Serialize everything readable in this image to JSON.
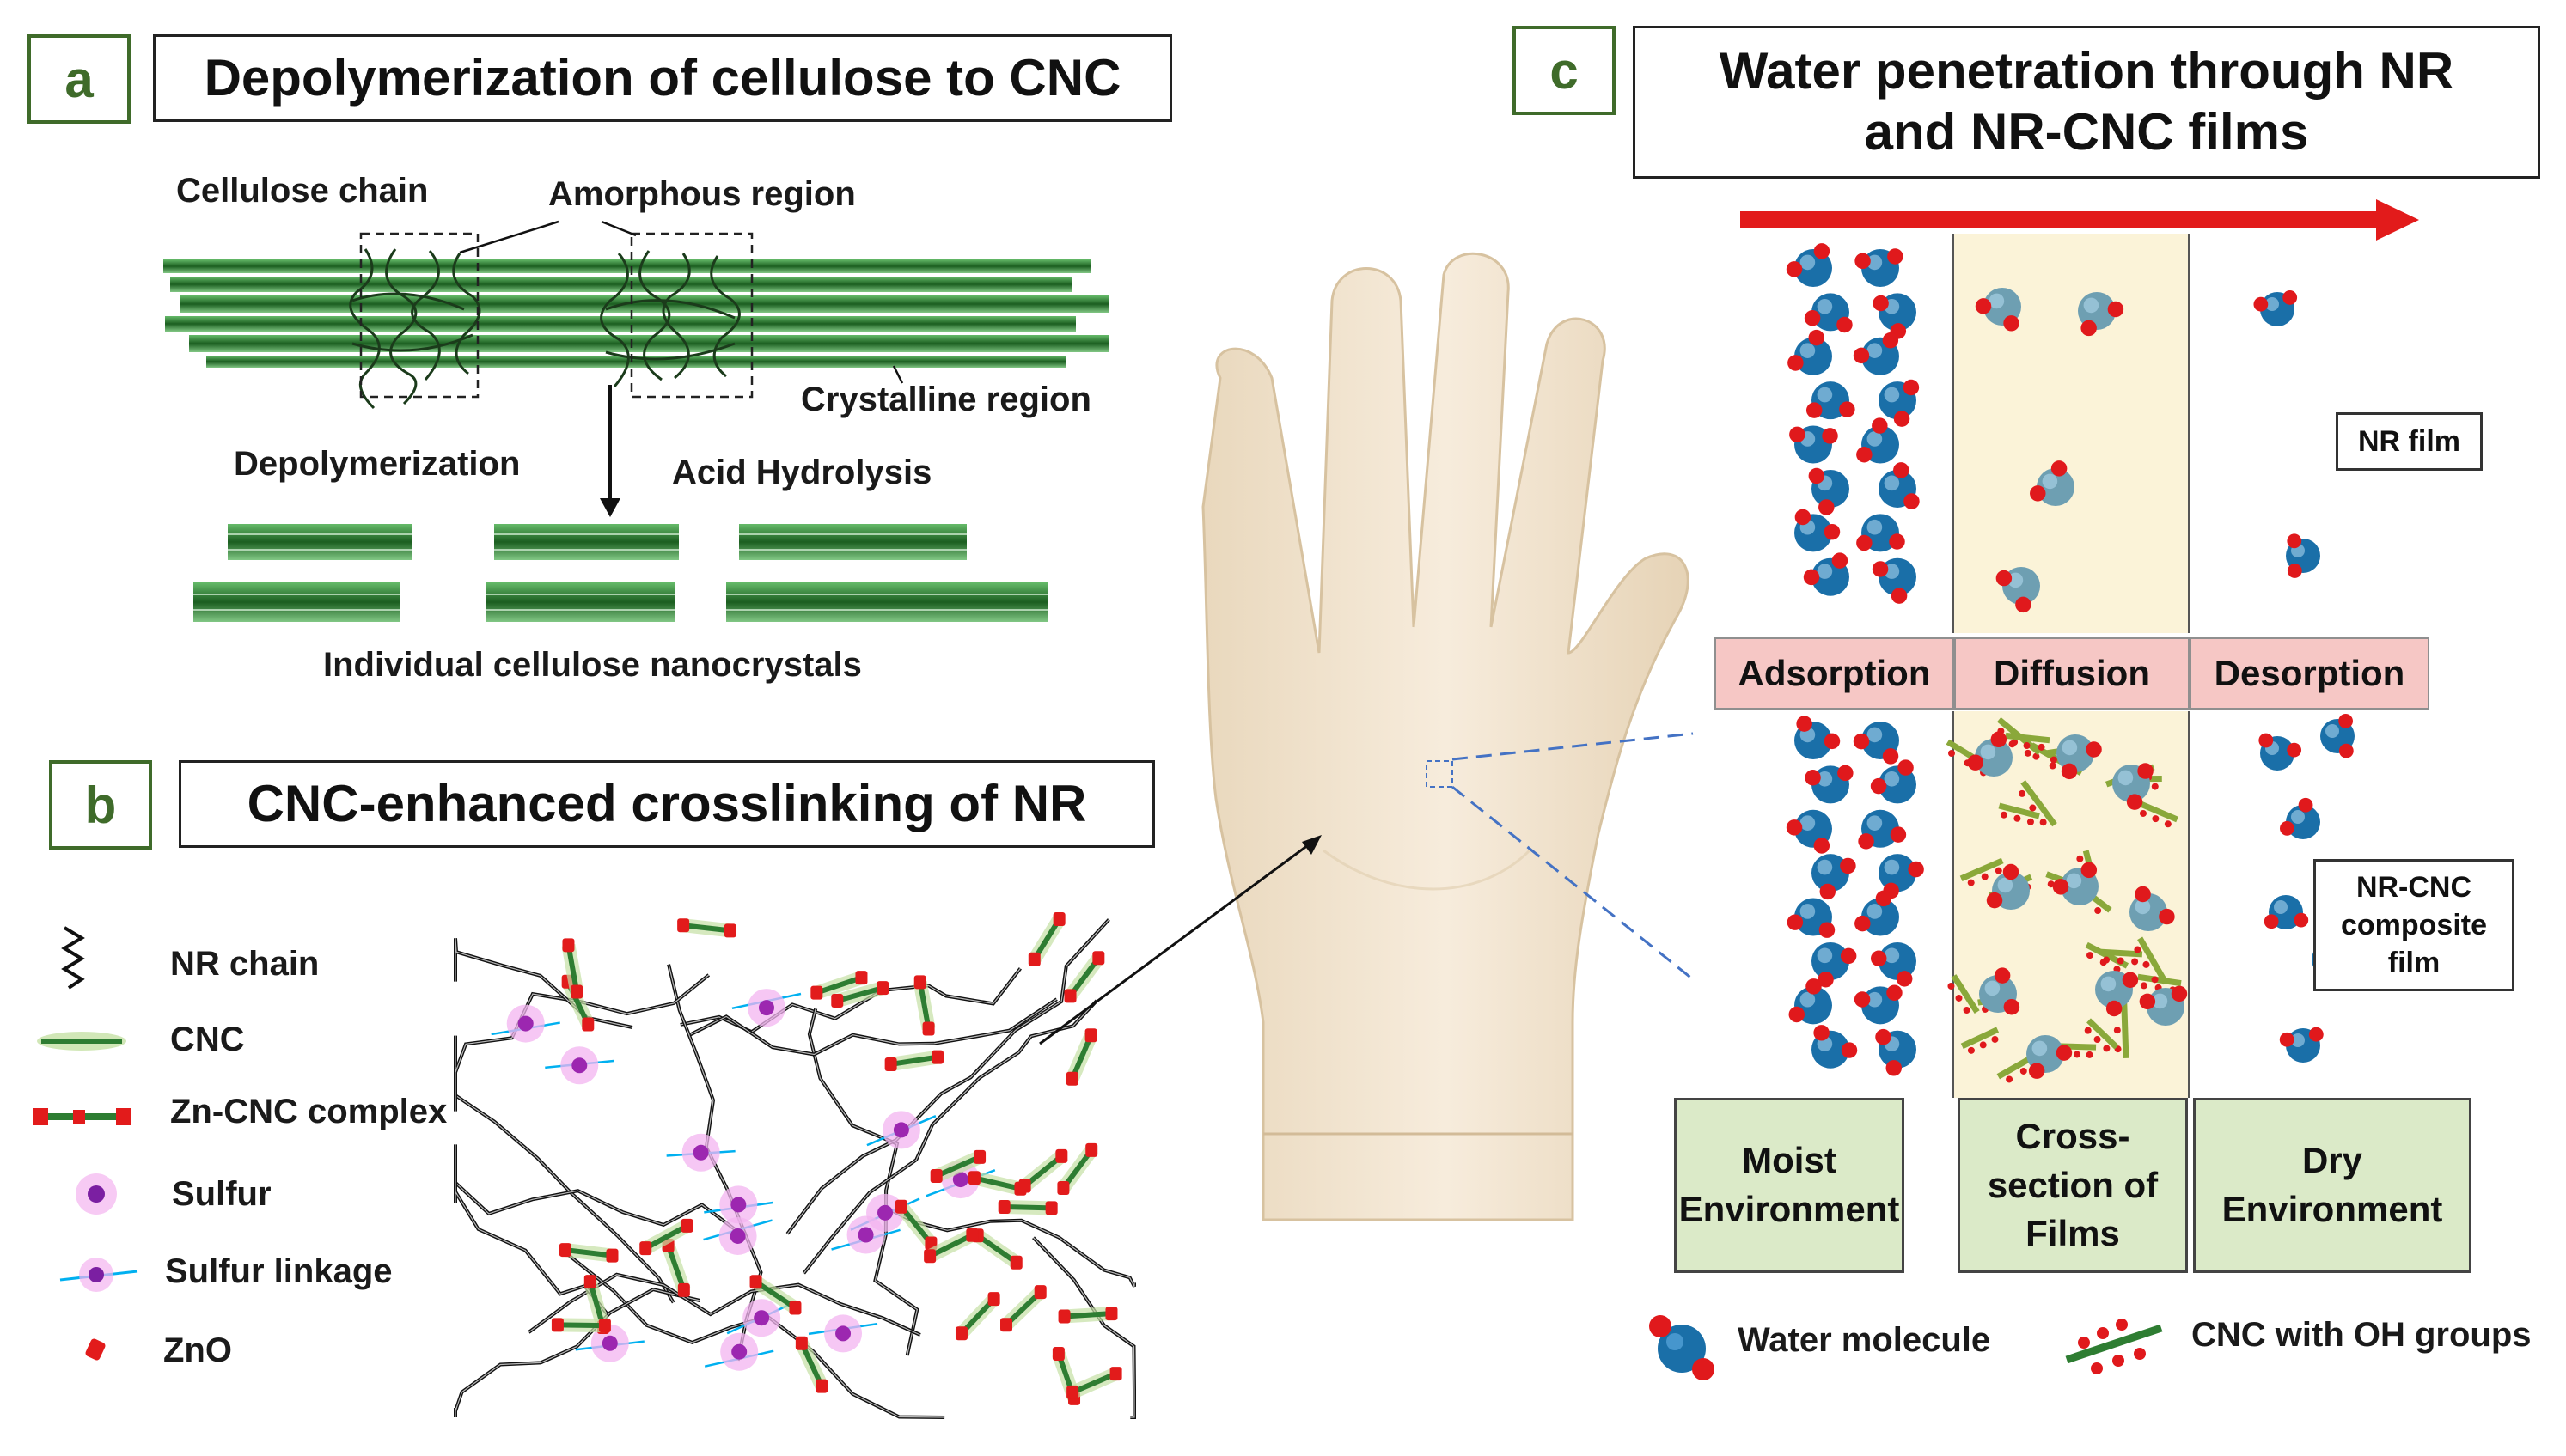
{
  "panel_a": {
    "letter": "a",
    "title": "Depolymerization of cellulose to CNC",
    "labels": {
      "cellulose_chain": "Cellulose chain",
      "amorphous_region": "Amorphous region",
      "crystalline_region": "Crystalline region",
      "depolymerization": "Depolymerization",
      "acid_hydrolysis": "Acid Hydrolysis",
      "individual_nanocrystals": "Individual cellulose nanocrystals"
    }
  },
  "panel_b": {
    "letter": "b",
    "title": "CNC-enhanced crosslinking of NR",
    "legend": [
      {
        "icon": "nr-chain-icon",
        "label": "NR chain"
      },
      {
        "icon": "cnc-icon",
        "label": "CNC"
      },
      {
        "icon": "zn-cnc-complex-icon",
        "label": "Zn-CNC complex"
      },
      {
        "icon": "sulfur-icon",
        "label": "Sulfur"
      },
      {
        "icon": "sulfur-linkage-icon",
        "label": "Sulfur linkage"
      },
      {
        "icon": "zno-icon",
        "label": "ZnO"
      }
    ]
  },
  "panel_c": {
    "letter": "c",
    "title_line1": "Water penetration through NR",
    "title_line2": "and NR-CNC films",
    "stages": [
      "Adsorption",
      "Diffusion",
      "Desorption"
    ],
    "film_labels": {
      "nr_film": "NR film",
      "nr_cnc_film": "NR-CNC\ncomposite\nfilm"
    },
    "environments": [
      "Moist\nEnvironment",
      "Cross-\nsection of\nFilms",
      "Dry\nEnvironment"
    ],
    "legend": [
      {
        "icon": "water-molecule-icon",
        "label": "Water molecule"
      },
      {
        "icon": "cnc-oh-icon",
        "label": "CNC with OH groups"
      }
    ]
  },
  "colors": {
    "panel_letter": "#3f6b2a",
    "cellulose_green": "#2e7d32",
    "arrow_red": "#e21b1b",
    "stage_pink": "#f6c7c5",
    "env_green": "#dbeac8",
    "film_cream": "#fbf3d8",
    "water_blue": "#1a6fa8",
    "oxygen_red": "#e0191c",
    "glove": "#f3e6d2"
  }
}
